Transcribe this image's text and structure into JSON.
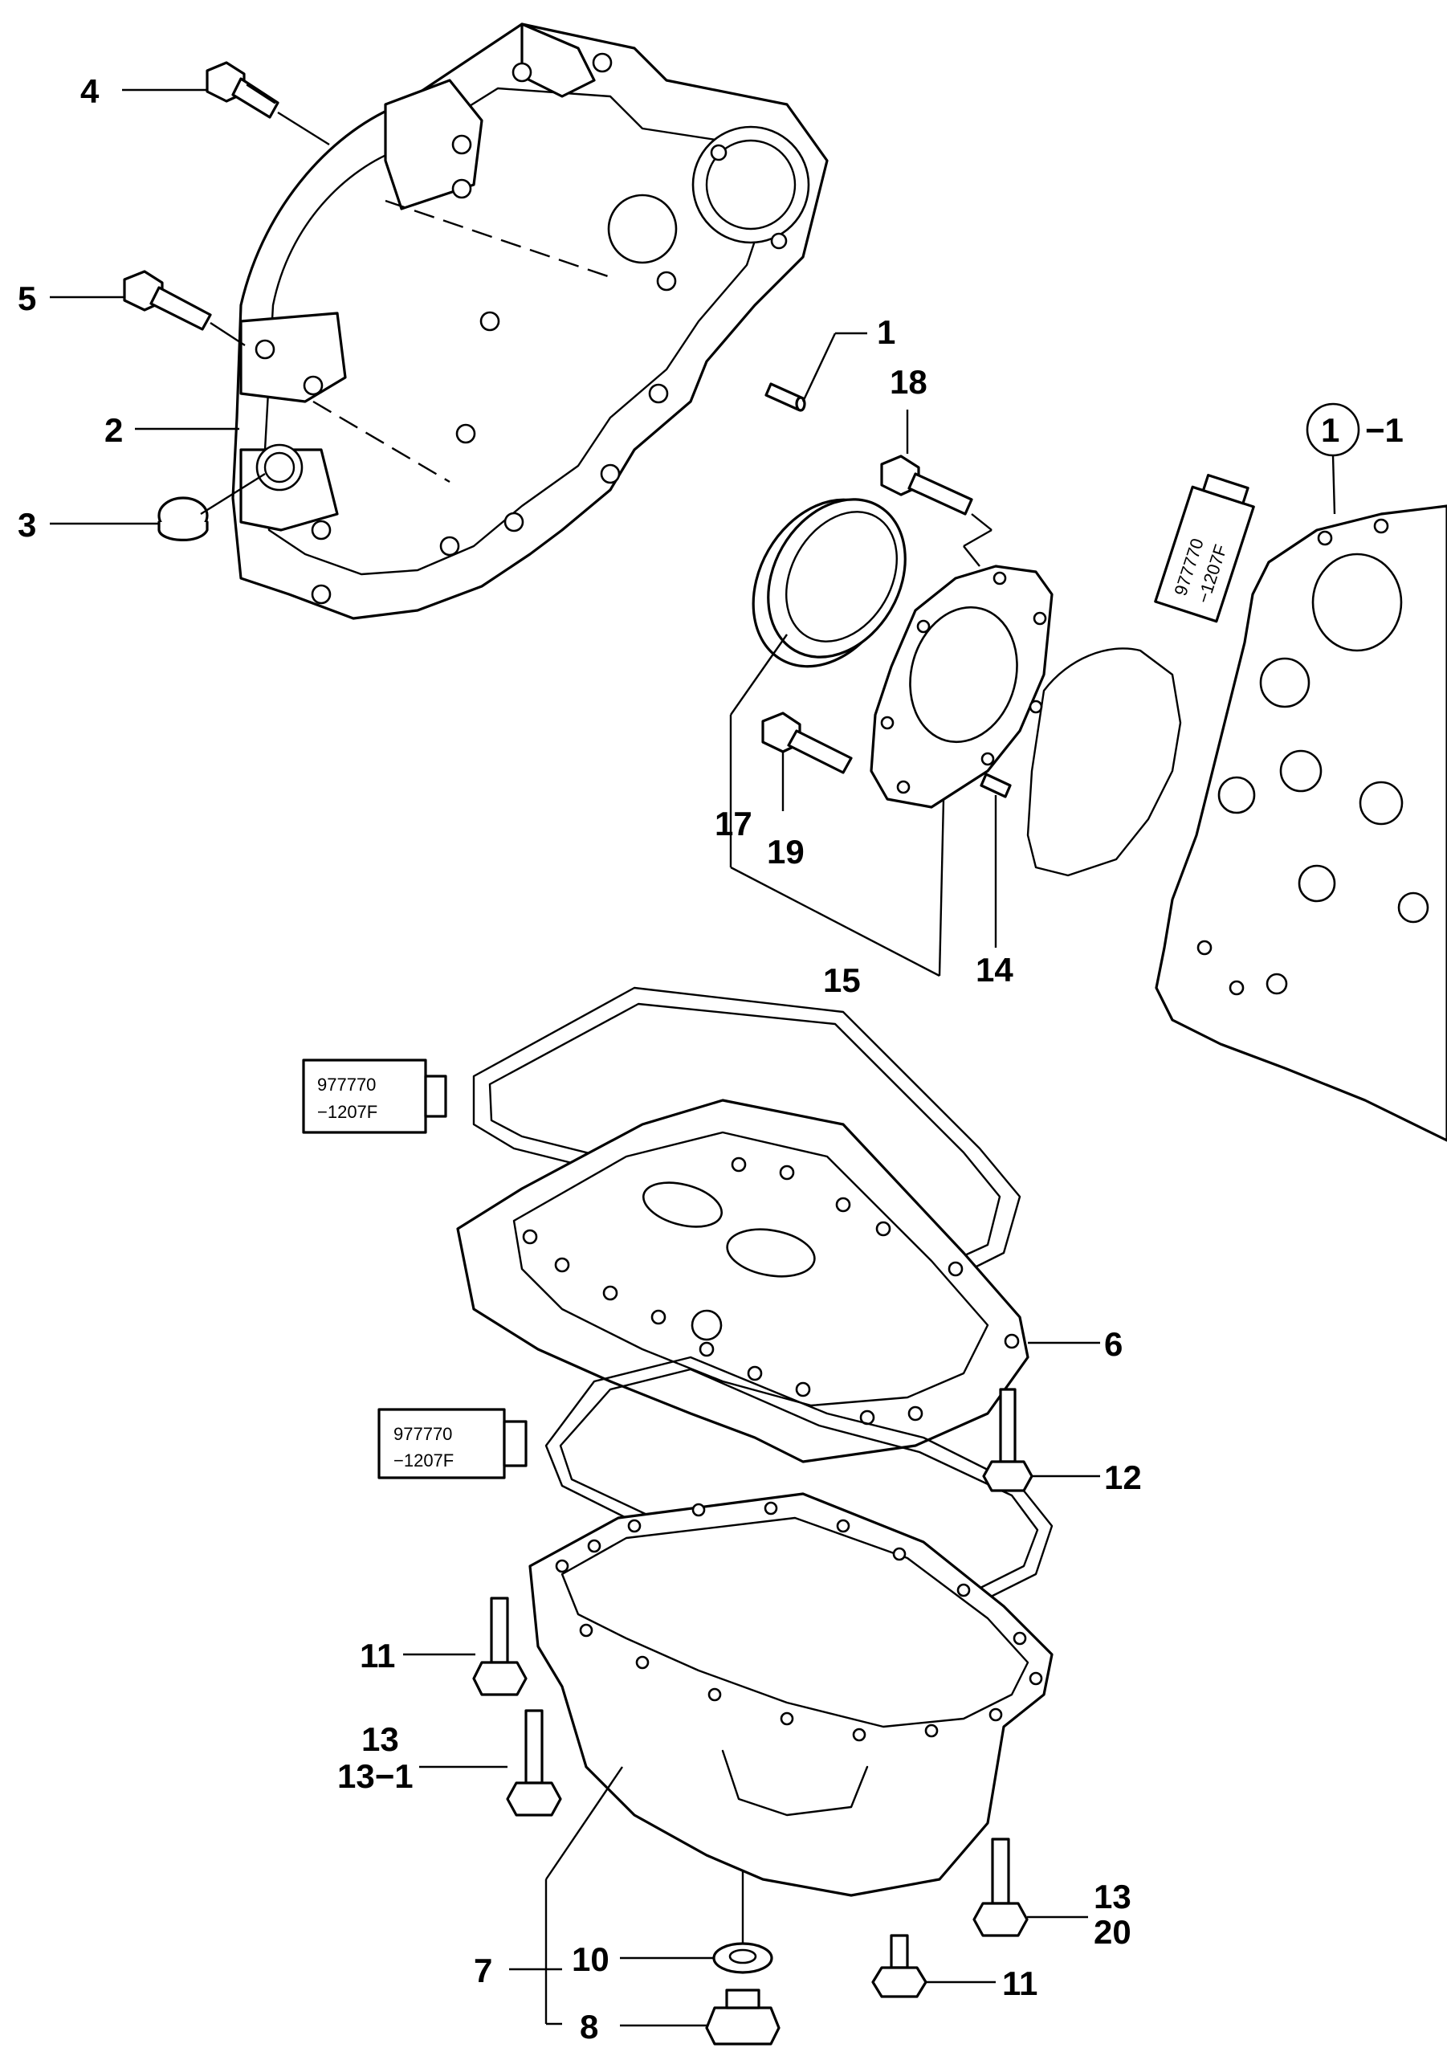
{
  "callouts": {
    "c1": "1",
    "c2": "2",
    "c3": "3",
    "c4": "4",
    "c5": "5",
    "c6": "6",
    "c7": "7",
    "c8": "8",
    "c10": "10",
    "c11a": "11",
    "c11b": "11",
    "c12": "12",
    "c13a": "13",
    "c13_1": "13−1",
    "c13b": "13",
    "c14": "14",
    "c15": "15",
    "c17": "17",
    "c18": "18",
    "c19": "19",
    "c20": "20",
    "ref_number": "1",
    "ref_suffix": "−1"
  },
  "sealant_tubes": [
    {
      "line1": "977770",
      "line2": "−1207F"
    },
    {
      "line1": "977770",
      "line2": "−1207F"
    },
    {
      "line1": "977770",
      "line2": "−1207F"
    }
  ]
}
